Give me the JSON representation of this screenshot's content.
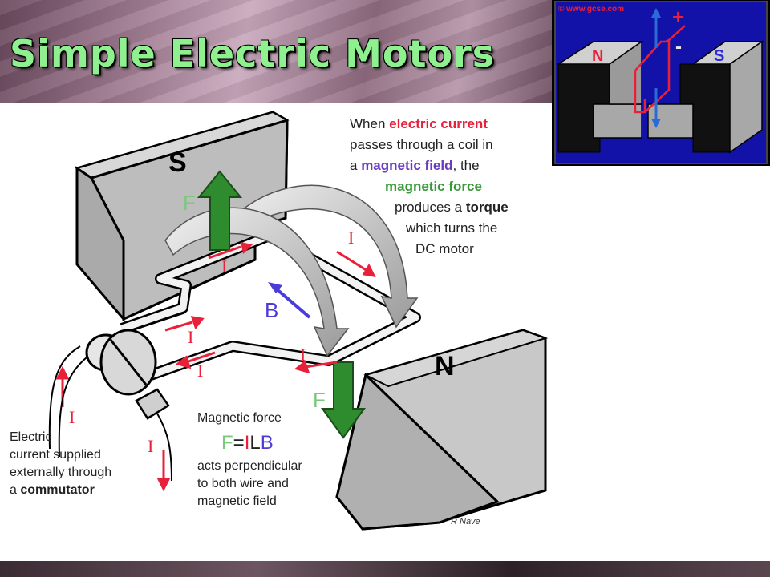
{
  "title": "Simple Electric Motors",
  "labels": {
    "magnet_s": "S",
    "magnet_n": "N",
    "force_top": "F",
    "force_bottom": "F",
    "field_b": "B",
    "current": "I"
  },
  "explanation": {
    "line1_a": "When ",
    "line1_b": "electric current",
    "line2": "passes through a  coil in",
    "line3_a": "a ",
    "line3_b": "magnetic field",
    "line3_c": ", the",
    "line4": "magnetic force",
    "line5_a": "produces a ",
    "line5_b": "torque",
    "line6": "which turns the",
    "line7": "DC motor"
  },
  "force_note": {
    "line1": "Magnetic force",
    "formula_f": "F",
    "formula_eq": "=",
    "formula_i": "I",
    "formula_l": "L",
    "formula_b": "B",
    "line3": "acts perpendicular",
    "line4": "to both wire and",
    "line5": "magnetic field"
  },
  "commutator_note": {
    "line1": "Electric",
    "line2": "current supplied",
    "line3": "externally through",
    "line4_a": "a ",
    "line4_b": "commutator"
  },
  "credit": "R Nave",
  "inset": {
    "copyright": "© www.gcse.com",
    "plus": "+",
    "minus": "-",
    "n": "N",
    "s": "S"
  },
  "colors": {
    "title": "#8ff08f",
    "force_arrow": "#2e8b2e",
    "current": "#e8203a",
    "field": "#2b2bd8",
    "formula": "#7cc87c",
    "magnet": "#c8c8c8",
    "inset_magnet": "#a8a8a8",
    "inset_bg": "#1212a8"
  },
  "icons": [
    "force-arrow-icon",
    "rotation-arrow-icon",
    "current-arrow-icon",
    "field-arrow-icon"
  ]
}
